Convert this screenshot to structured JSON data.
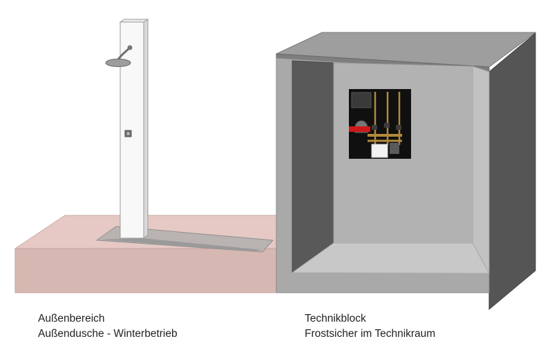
{
  "captions": {
    "left": {
      "line1": "Außenbereich",
      "line2": "Außendusche - Winterbetrieb"
    },
    "right": {
      "line1": "Technikblock",
      "line2": "Frostsicher im Technikraum"
    }
  },
  "colors": {
    "outdoor_slab": "#e6c9c4",
    "outdoor_slab_front": "#d7b7b1",
    "drain": "#a9a9a9",
    "shower_column": "#f8f8f8",
    "technik_outer": "#8c8c8c",
    "technik_inner": "#b4b4b4",
    "technik_dark": "#575757",
    "pipe": "#b38a3a",
    "valve_red": "#d01818"
  }
}
